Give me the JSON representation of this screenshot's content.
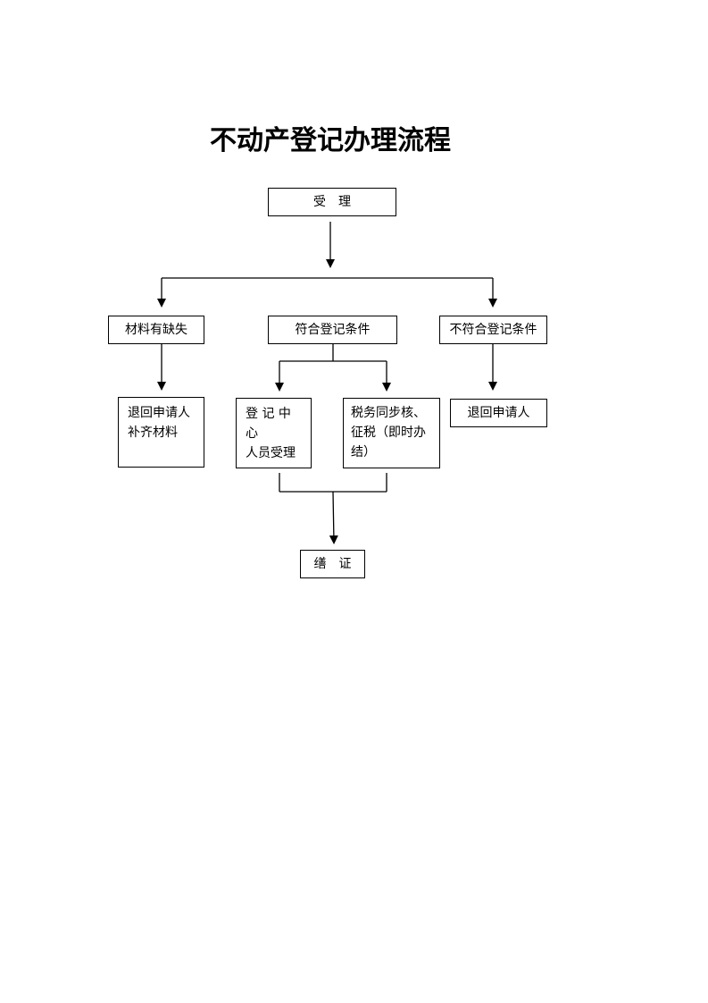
{
  "title": "不动产登记办理流程",
  "nodes": {
    "accept": "受　理",
    "missing_materials": "材料有缺失",
    "meets_conditions": "符合登记条件",
    "not_meets_conditions": "不符合登记条件",
    "return_supplement": [
      "退回申请人",
      "补齐材料"
    ],
    "center_staff": [
      "登 记 中 心",
      "人员受理"
    ],
    "tax": [
      "税务同步核、",
      "征税（即时办",
      "结）"
    ],
    "return_applicant": "退回申请人",
    "issue_certificate": "缮　证"
  }
}
